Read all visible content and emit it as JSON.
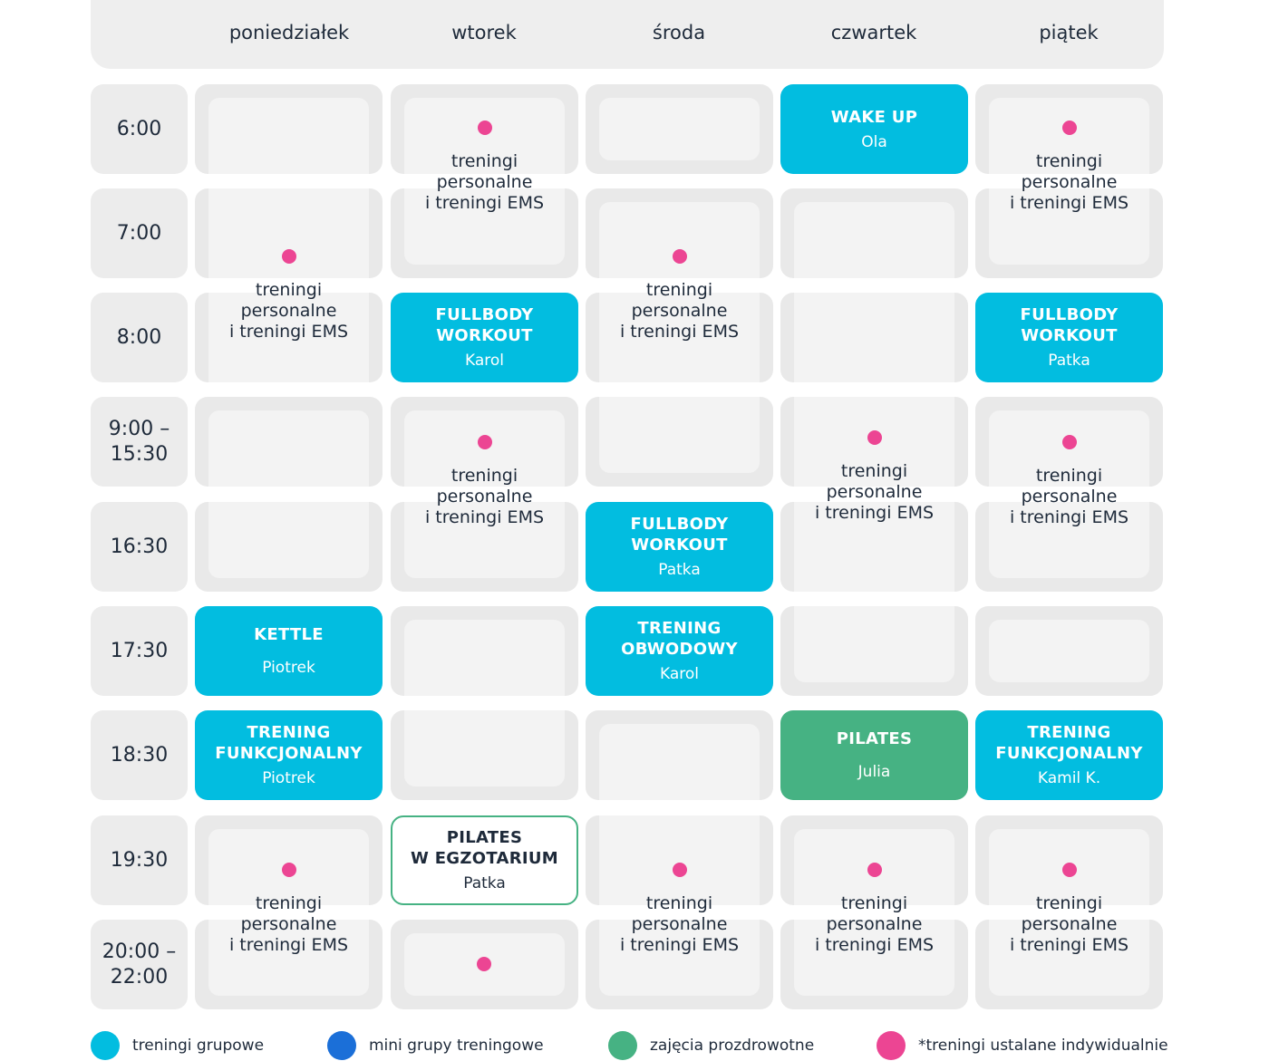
{
  "days": [
    "poniedziałek",
    "wtorek",
    "środa",
    "czwartek",
    "piątek"
  ],
  "times": [
    "6:00",
    "7:00",
    "8:00",
    "9:00 –\n15:30",
    "16:30",
    "17:30",
    "18:30",
    "19:30",
    "20:00 –\n22:00"
  ],
  "personal_text": [
    "treningi",
    "personalne",
    "i treningi EMS"
  ],
  "classes": [
    {
      "name": "WAKE UP",
      "trainer": "Ola"
    },
    {
      "name": "FULLBODY\nWORKOUT",
      "trainer": "Karol"
    },
    {
      "name": "FULLBODY\nWORKOUT",
      "trainer": "Patka"
    },
    {
      "name": "FULLBODY\nWORKOUT",
      "trainer": "Patka"
    },
    {
      "name": "KETTLE",
      "trainer": "Piotrek"
    },
    {
      "name": "TRENING\nOBWODOWY",
      "trainer": "Karol"
    },
    {
      "name": "TRENING\nFUNKCJONALNY",
      "trainer": "Piotrek"
    },
    {
      "name": "PILATES",
      "trainer": "Julia"
    },
    {
      "name": "TRENING\nFUNKCJONALNY",
      "trainer": "Kamil K."
    },
    {
      "name": "PILATES\nW EGZOTARIUM",
      "trainer": "Patka"
    }
  ],
  "legend": [
    {
      "label": "treningi grupowe",
      "color": "#02bde0"
    },
    {
      "label": "mini grupy treningowe",
      "color": "#1b6fd8"
    },
    {
      "label": "zajęcia prozdrowotne",
      "color": "#46b283"
    },
    {
      "label": "*treningi ustalane indywidualnie",
      "color": "#ec4593"
    }
  ],
  "colors": {
    "group": "#02bde0",
    "health": "#46b283",
    "individual": "#ec4593",
    "mini_group": "#1b6fd8"
  }
}
